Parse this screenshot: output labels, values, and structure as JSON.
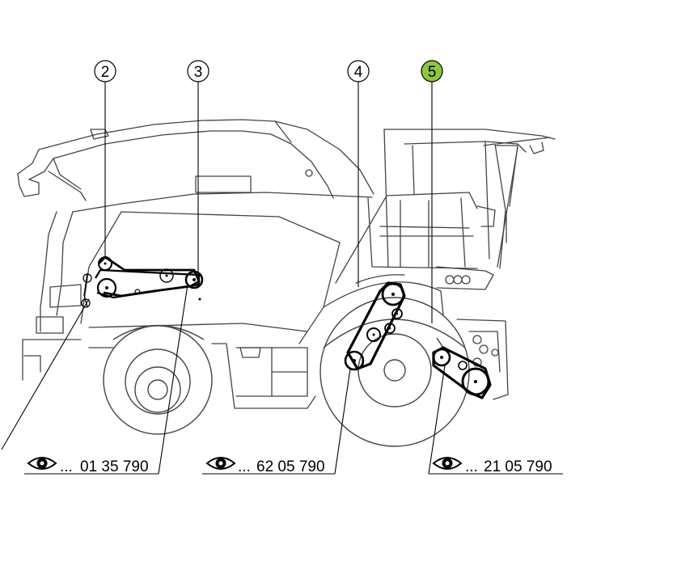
{
  "callouts": [
    {
      "label": "2"
    },
    {
      "label": "3"
    },
    {
      "label": "4"
    },
    {
      "label": "5"
    }
  ],
  "references": [
    {
      "prefix": "...",
      "number": "01 35 790",
      "icon": "eye-icon"
    },
    {
      "prefix": "...",
      "number": "62 05 790",
      "icon": "eye-icon"
    },
    {
      "prefix": "...",
      "number": "21 05 790",
      "icon": "eye-icon"
    }
  ],
  "colors": {
    "highlight_callout": "#8dc63f",
    "line": "#000000",
    "outline": "#444444"
  }
}
